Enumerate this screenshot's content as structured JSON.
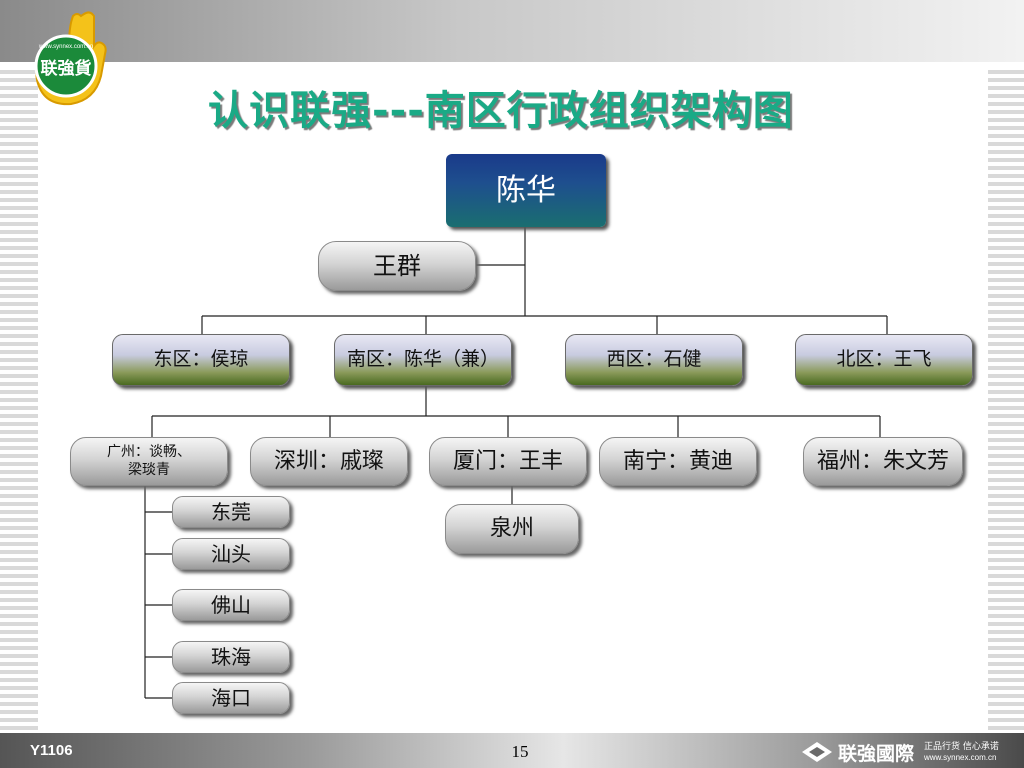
{
  "header": {
    "title": "认识联强---南区行政组织架构图",
    "logo_text": "联強貨",
    "logo_url": "www.synnex.com.cn"
  },
  "org": {
    "root": "陈华",
    "assistant": "王群",
    "regions": [
      "东区：侯琼",
      "南区：陈华（兼）",
      "西区：石健",
      "北区：王飞"
    ],
    "branches": [
      "广州：谈畅、\n梁琰青",
      "深圳：戚璨",
      "厦门：王丰",
      "南宁：黄迪",
      "福州：朱文芳"
    ],
    "guangzhou_subs": [
      "东莞",
      "汕头",
      "佛山",
      "珠海",
      "海口"
    ],
    "xiamen_subs": [
      "泉州"
    ]
  },
  "footer": {
    "code": "Y1106",
    "page_number": "15",
    "brand_name": "联強國際",
    "brand_slogan": "正品行货 信心承诺",
    "brand_url": "www.synnex.com.cn"
  },
  "colors": {
    "title": "#1aaa86",
    "root_box": "#1e4f8e"
  }
}
